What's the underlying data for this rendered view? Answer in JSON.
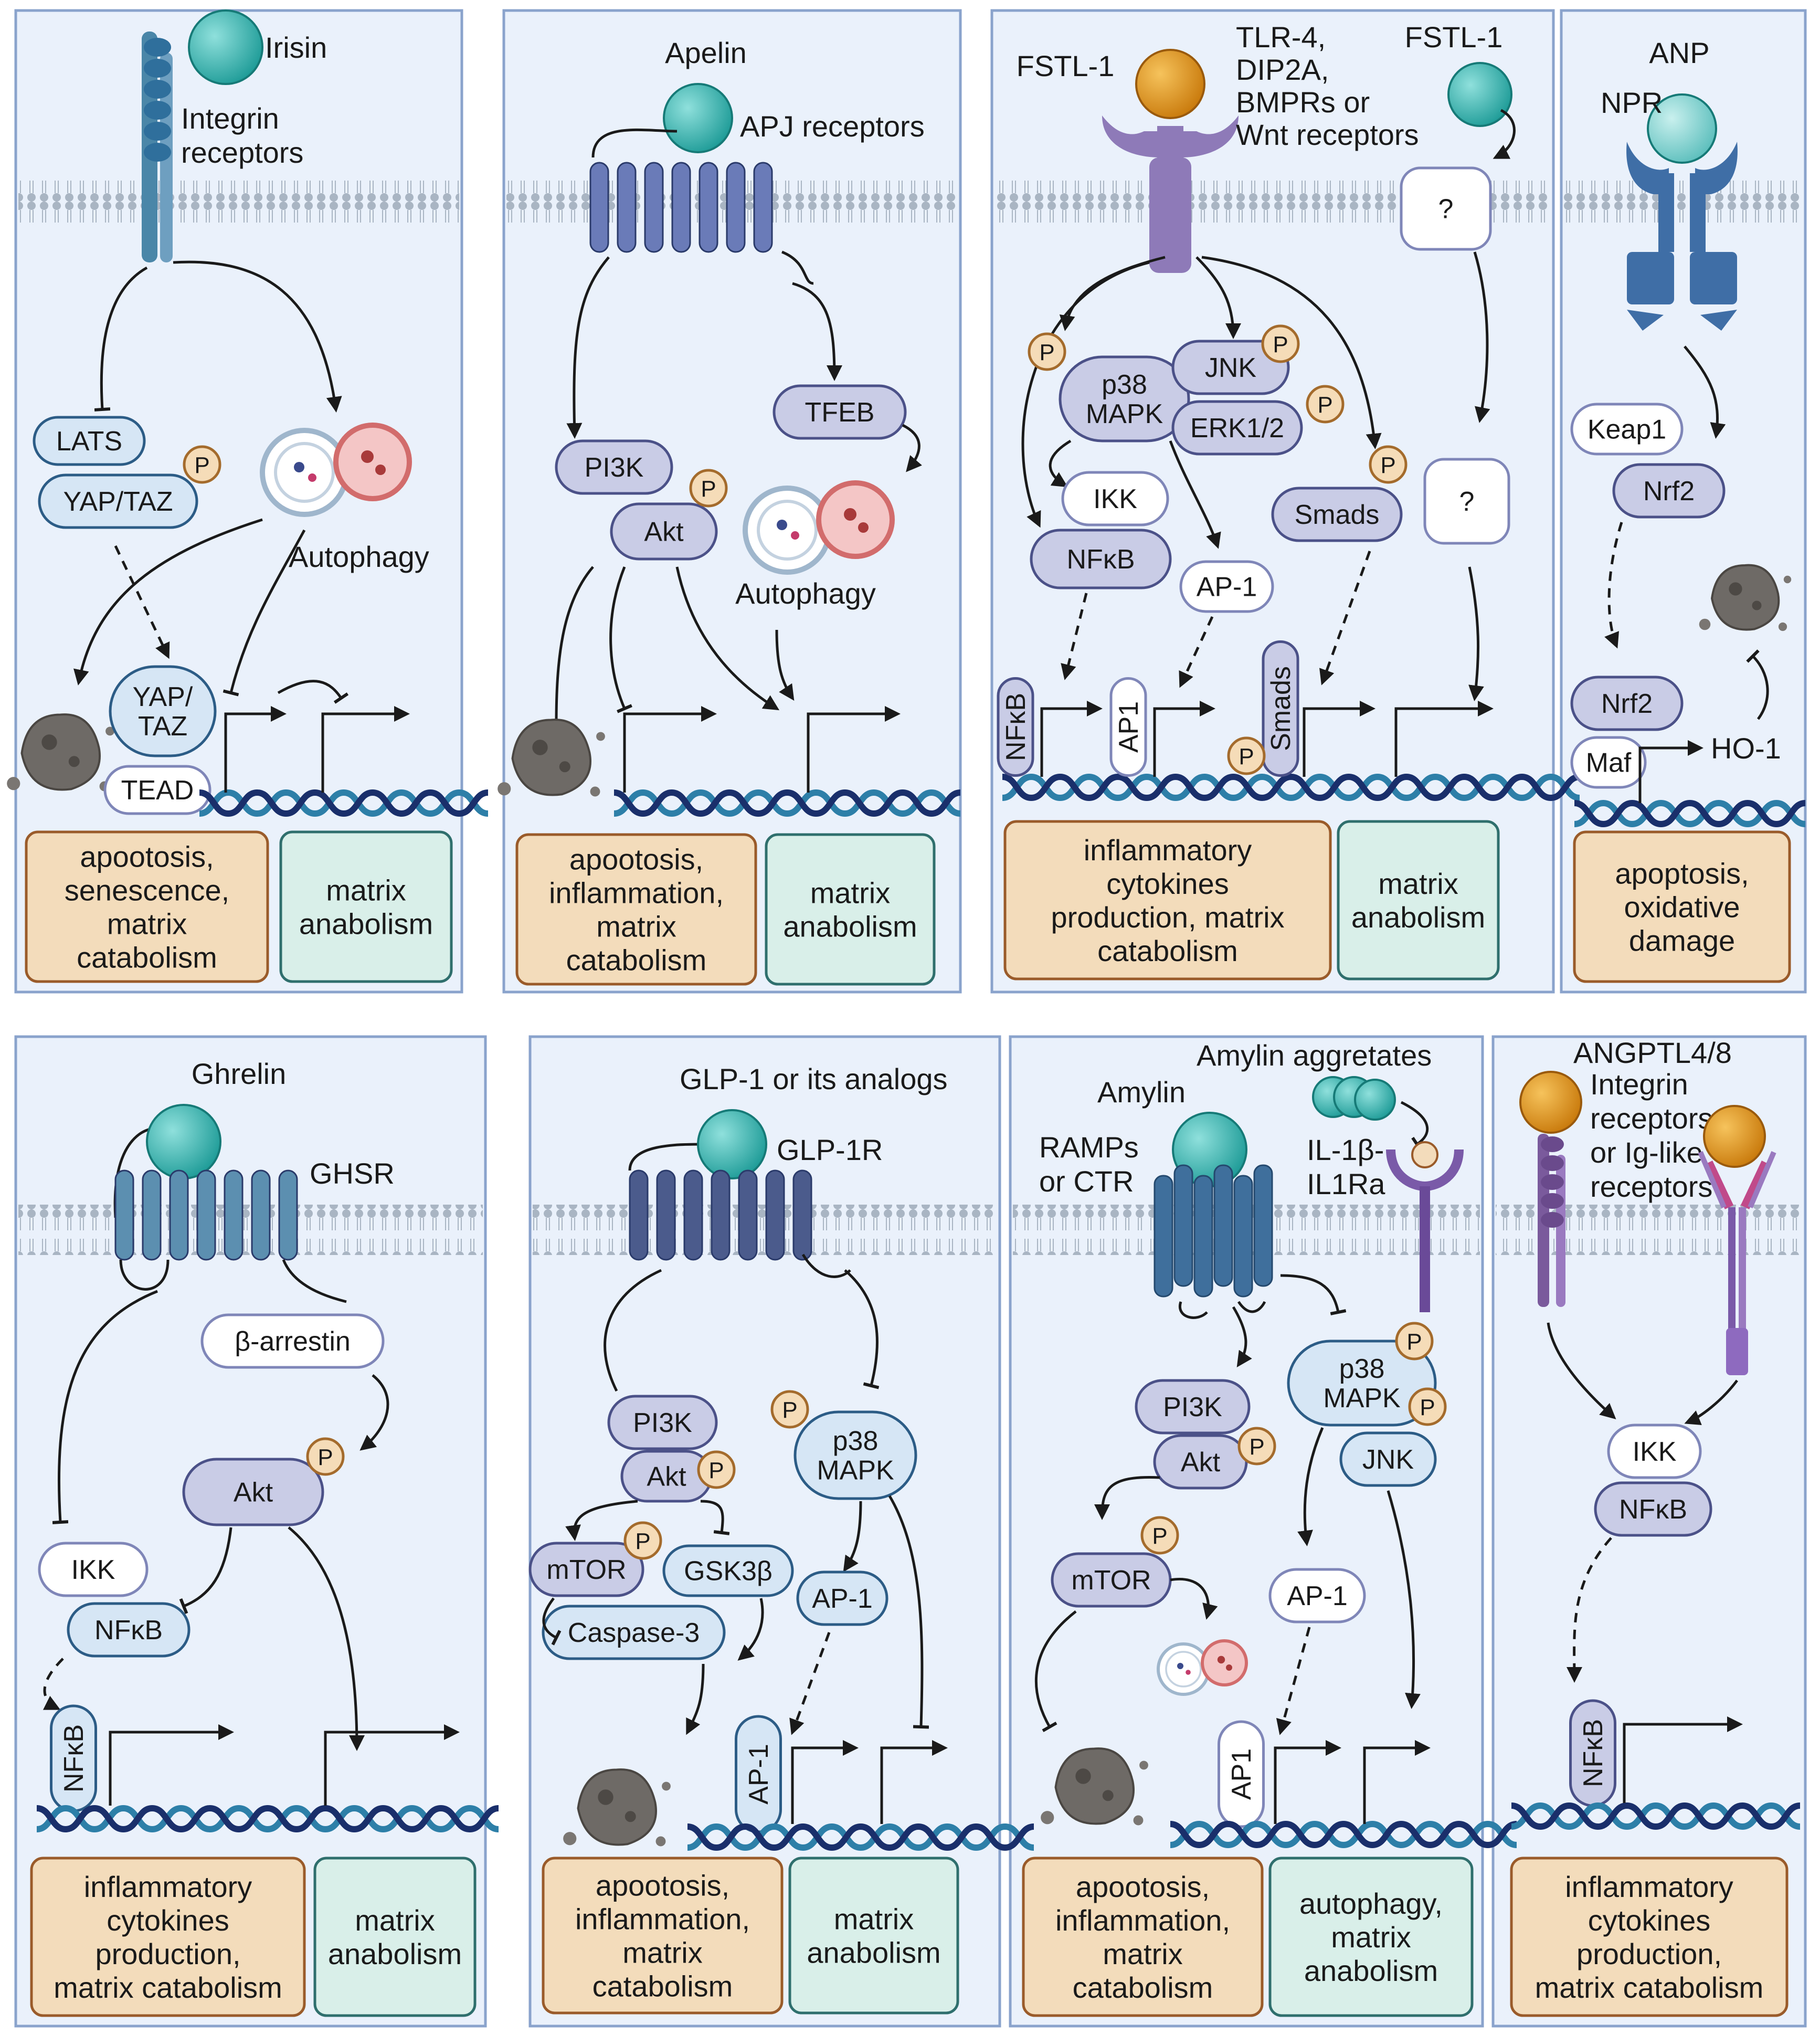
{
  "colors": {
    "panel_bg": "#eaf1fb",
    "panel_border": "#8aa3cc",
    "membrane": "#a9b5c3",
    "ligand": "#2fb3b0",
    "ligand_orange": "#e59a1f",
    "node_dark": "#c9cce6",
    "node_dark_stroke": "#4b5188",
    "node_blue": "#d6e6f5",
    "node_blue_stroke": "#2c5c86",
    "node_white": "#ffffff",
    "node_white_stroke": "#7f86b8",
    "phospho_fill": "#f5dcb8",
    "phospho_stroke": "#a46b2c",
    "outcome_tan": "#f3dcbb",
    "outcome_tan_stroke": "#9a5b2a",
    "outcome_teal": "#d9efe9",
    "outcome_teal_stroke": "#2f6f6d",
    "dna_dark": "#1a2f6b",
    "dna_light": "#2d7fa8",
    "receptor_purple": "#8e7ab8",
    "receptor_blue": "#3f6ea6",
    "receptor_teal": "#4a86a8"
  },
  "icons": [
    "ligand-sphere-icon",
    "phospho-icon",
    "dna-icon",
    "promoter-arrow-icon",
    "autophagosome-icon",
    "apoptotic-cell-icon",
    "receptor-icon"
  ],
  "phospho_label": "P",
  "panels": [
    {
      "id": "irisin",
      "ligand": "Irisin",
      "receptor": [
        "Integrin",
        "receptors"
      ],
      "nodes": {
        "lats": "LATS",
        "yaptaz": "YAP/TAZ",
        "yaptaz_nuc": [
          "YAP/",
          "TAZ"
        ],
        "tead": "TEAD",
        "autophagy": "Autophagy"
      },
      "outcomes": [
        [
          "apootosis,",
          "senescence,",
          "matrix",
          "catabolism"
        ],
        [
          "matrix",
          "anabolism"
        ]
      ]
    },
    {
      "id": "apelin",
      "ligand": "Apelin",
      "receptor": [
        "APJ receptors"
      ],
      "nodes": {
        "pi3k": "PI3K",
        "akt": "Akt",
        "tfeb": "TFEB",
        "autophagy": "Autophagy"
      },
      "outcomes": [
        [
          "apootosis,",
          "inflammation,",
          "matrix",
          "catabolism"
        ],
        [
          "matrix",
          "anabolism"
        ]
      ]
    },
    {
      "id": "fstl1",
      "ligand": "FSTL-1",
      "ligand2": "FSTL-1",
      "receptor": [
        "TLR-4,",
        "DIP2A,",
        "BMPRs or",
        "Wnt receptors"
      ],
      "nodes": {
        "p38": [
          "p38",
          "MAPK"
        ],
        "jnk": "JNK",
        "erk": "ERK1/2",
        "ikk": "IKK",
        "nfkb": "NFκB",
        "ap1": "AP-1",
        "smads": "Smads",
        "unknown1": "?",
        "unknown2": "?",
        "nfkb_nuc": "NFκB",
        "ap1_nuc": "AP1",
        "smads_nuc": "Smads"
      },
      "outcomes": [
        [
          "inflammatory",
          "cytokines",
          "production, matrix",
          "catabolism"
        ],
        [
          "matrix",
          "anabolism"
        ]
      ]
    },
    {
      "id": "anp",
      "ligand": "ANP",
      "receptor": [
        "NPR"
      ],
      "nodes": {
        "keap1": "Keap1",
        "nrf2": "Nrf2",
        "nrf2_nuc": "Nrf2",
        "maf": "Maf",
        "ho1": "HO-1"
      },
      "outcomes": [
        [
          "apoptosis,",
          "oxidative",
          "damage"
        ]
      ]
    },
    {
      "id": "ghrelin",
      "ligand": "Ghrelin",
      "receptor": [
        "GHSR"
      ],
      "nodes": {
        "barrestin": "β-arrestin",
        "akt": "Akt",
        "ikk": "IKK",
        "nfkb": "NFκB",
        "nfkb_nuc": "NFκB"
      },
      "outcomes": [
        [
          "inflammatory",
          "cytokines",
          "production,",
          "matrix catabolism"
        ],
        [
          "matrix",
          "anabolism"
        ]
      ]
    },
    {
      "id": "glp1",
      "ligand": "GLP-1 or its analogs",
      "receptor": [
        "GLP-1R"
      ],
      "nodes": {
        "pi3k": "PI3K",
        "akt": "Akt",
        "mtor": "mTOR",
        "gsk3b": "GSK3β",
        "casp3": "Caspase-3",
        "p38": [
          "p38",
          "MAPK"
        ],
        "ap1": "AP-1",
        "ap1_nuc": "AP-1"
      },
      "outcomes": [
        [
          "apootosis,",
          "inflammation,",
          "matrix",
          "catabolism"
        ],
        [
          "matrix",
          "anabolism"
        ]
      ]
    },
    {
      "id": "amylin",
      "ligand": "Amylin",
      "ligand2": "Amylin aggretates",
      "receptor": [
        "RAMPs",
        "or CTR"
      ],
      "receptor2": [
        "IL-1β-",
        "IL1Ra"
      ],
      "nodes": {
        "pi3k": "PI3K",
        "akt": "Akt",
        "mtor": "mTOR",
        "p38": [
          "p38",
          "MAPK"
        ],
        "jnk": "JNK",
        "ap1": "AP-1",
        "ap1_nuc": "AP1"
      },
      "outcomes": [
        [
          "apootosis,",
          "inflammation,",
          "matrix",
          "catabolism"
        ],
        [
          "autophagy,",
          "matrix",
          "anabolism"
        ]
      ]
    },
    {
      "id": "angptl",
      "ligand": "ANGPTL4/8",
      "receptor": [
        "Integrin",
        "receptors",
        "or Ig-like",
        "receptors"
      ],
      "nodes": {
        "ikk": "IKK",
        "nfkb": "NFκB",
        "nfkb_nuc": "NFκB"
      },
      "outcomes": [
        [
          "inflammatory",
          "cytokines",
          "production,",
          "matrix catabolism"
        ]
      ]
    }
  ]
}
